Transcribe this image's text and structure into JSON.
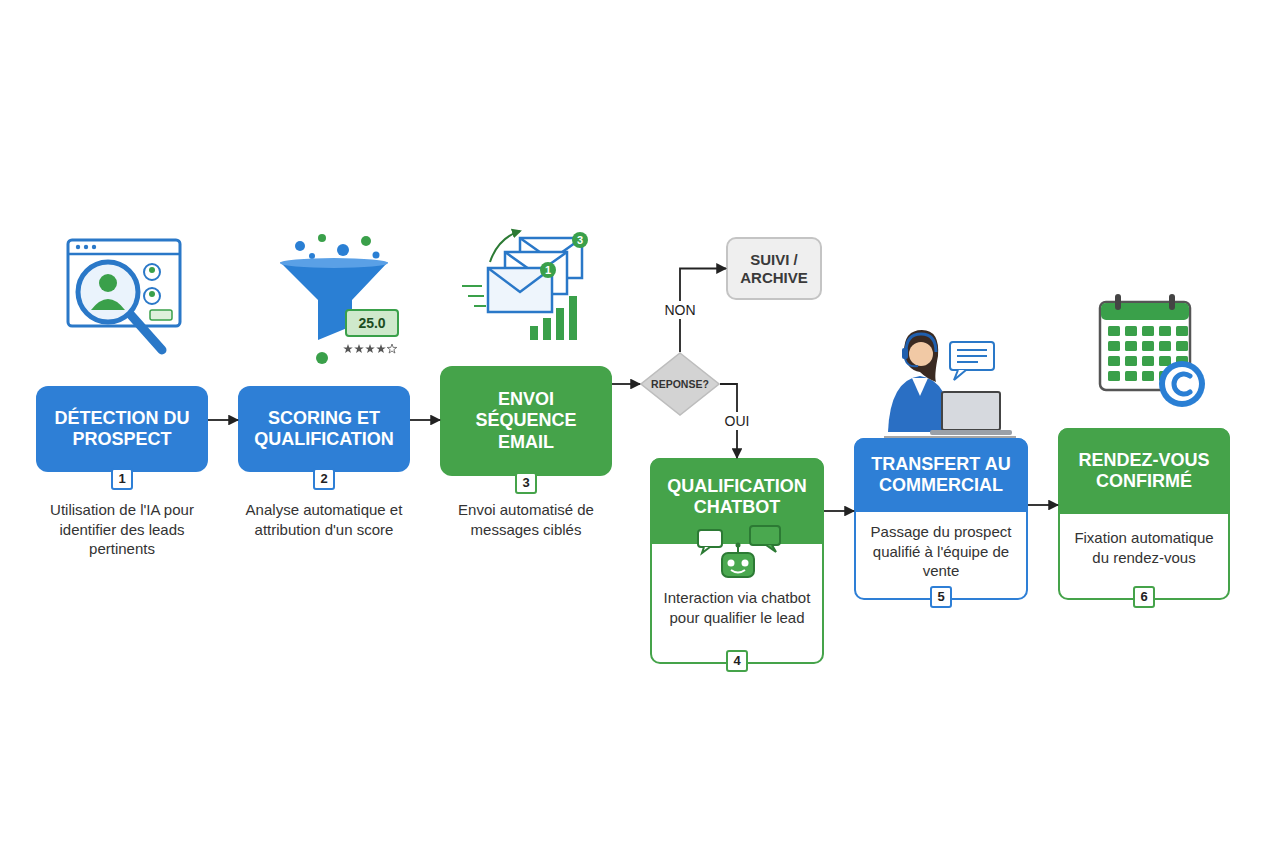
{
  "diagram": {
    "nodes": [
      {
        "text": [
          "DÉTECTION DU PROSPECT",
          "1",
          "Utilisation de l'IA pour identifier des leads pertinents"
        ]
      },
      {
        "text": [
          "SCORING ET QUALIFICATION",
          "2",
          "Analyse automatique et attribution d'un score"
        ]
      },
      {
        "text": [
          "ENVOI SÉQUENCE EMAIL",
          "3",
          "Envoi automatisé de messages ciblés"
        ]
      },
      {
        "text": [
          "REPONSE?"
        ]
      },
      {
        "text": [
          "SUIVI / ARCHIVE"
        ]
      },
      {
        "text": [
          "QUALIFICATION CHATBOT",
          "Interaction via chatbot pour qualifier le lead",
          "4"
        ]
      },
      {
        "text": [
          "TRANSFERT AU COMMERCIAL",
          "Passage du prospect qualifié à l'équipe de vente",
          "5"
        ]
      },
      {
        "text": [
          "RENDEZ-VOUS CONFIRMÉ",
          "Fixation automatique du rendez-vous",
          "6"
        ]
      }
    ],
    "edges": [
      {
        "from": 0,
        "to": 1,
        "arrow": "to"
      },
      {
        "from": 1,
        "to": 2,
        "arrow": "to"
      },
      {
        "from": 2,
        "to": 3,
        "arrow": "to"
      },
      {
        "from": 3,
        "to": 4,
        "label": "NON",
        "arrow": "to"
      },
      {
        "from": 3,
        "to": 5,
        "label": "OUI",
        "arrow": "to"
      },
      {
        "from": 5,
        "to": 6,
        "arrow": "to"
      },
      {
        "from": 6,
        "to": 7,
        "arrow": "to"
      }
    ],
    "labels": [
      "25.0",
      "1",
      "3"
    ]
  }
}
